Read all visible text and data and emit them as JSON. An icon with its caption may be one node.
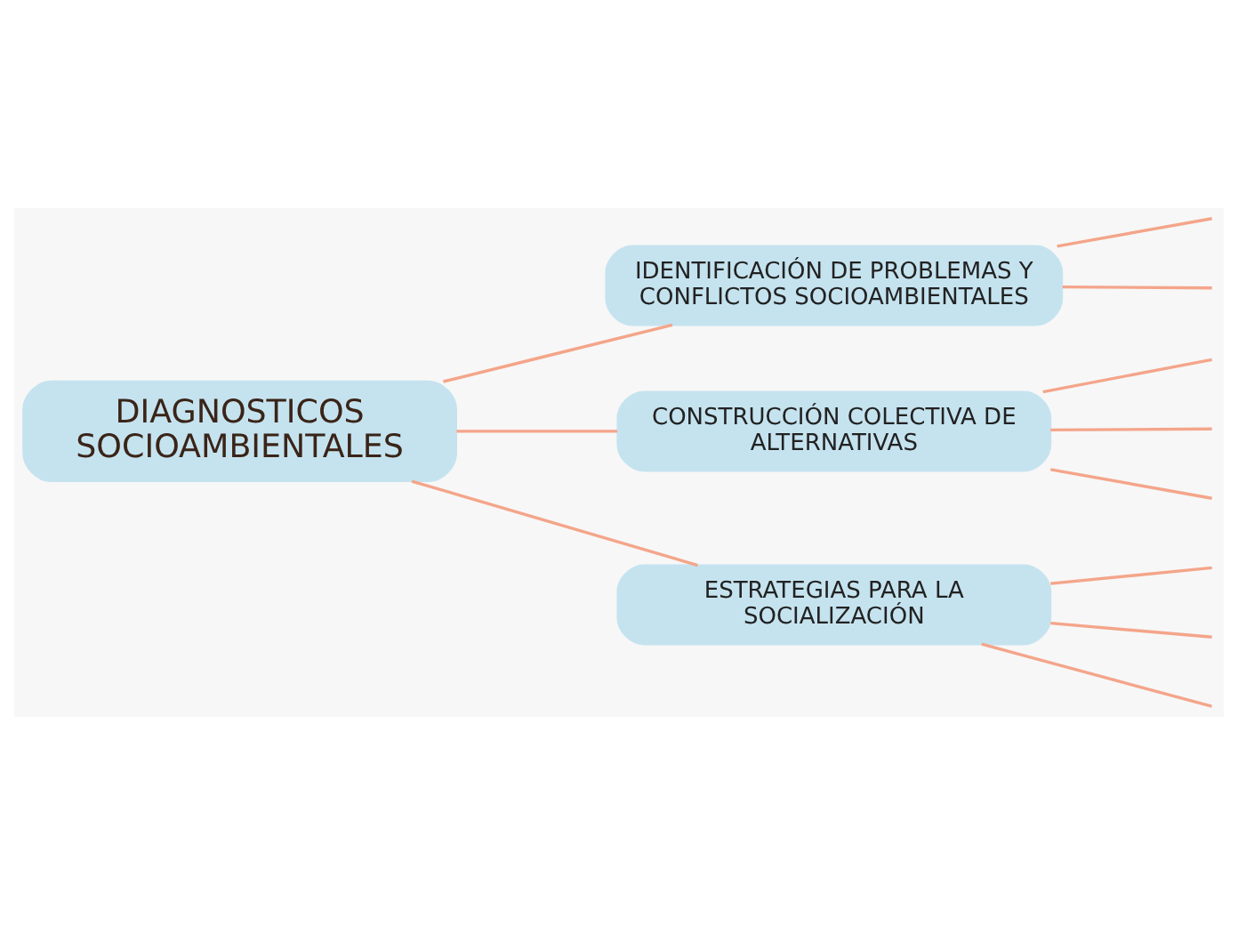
{
  "diagram": {
    "nodes": [
      {
        "text": [
          "DIAGNOSTICOS SOCIOAMBIENTALES"
        ]
      },
      {
        "text": [
          "IDENTIFICACIÓN DE PROBLEMAS Y CONFLICTOS SOCIOAMBIENTALES"
        ]
      },
      {
        "text": [
          "CONSTRUCCIÓN COLECTIVA DE ALTERNATIVAS"
        ]
      },
      {
        "text": [
          "ESTRATEGIAS PARA LA SOCIALIZACIÓN"
        ]
      }
    ],
    "edges": [
      {
        "from": 0,
        "to": 1,
        "arrow": "none"
      },
      {
        "from": 0,
        "to": 2,
        "arrow": "none"
      },
      {
        "from": 0,
        "to": 3,
        "arrow": "none"
      },
      {
        "from": 1,
        "to": null,
        "arrow": "none"
      },
      {
        "from": 1,
        "to": null,
        "arrow": "none"
      },
      {
        "from": 2,
        "to": null,
        "arrow": "none"
      },
      {
        "from": 2,
        "to": null,
        "arrow": "none"
      },
      {
        "from": 2,
        "to": null,
        "arrow": "none"
      },
      {
        "from": 3,
        "to": null,
        "arrow": "none"
      },
      {
        "from": 3,
        "to": null,
        "arrow": "none"
      },
      {
        "from": 3,
        "to": null,
        "arrow": "none"
      }
    ]
  }
}
